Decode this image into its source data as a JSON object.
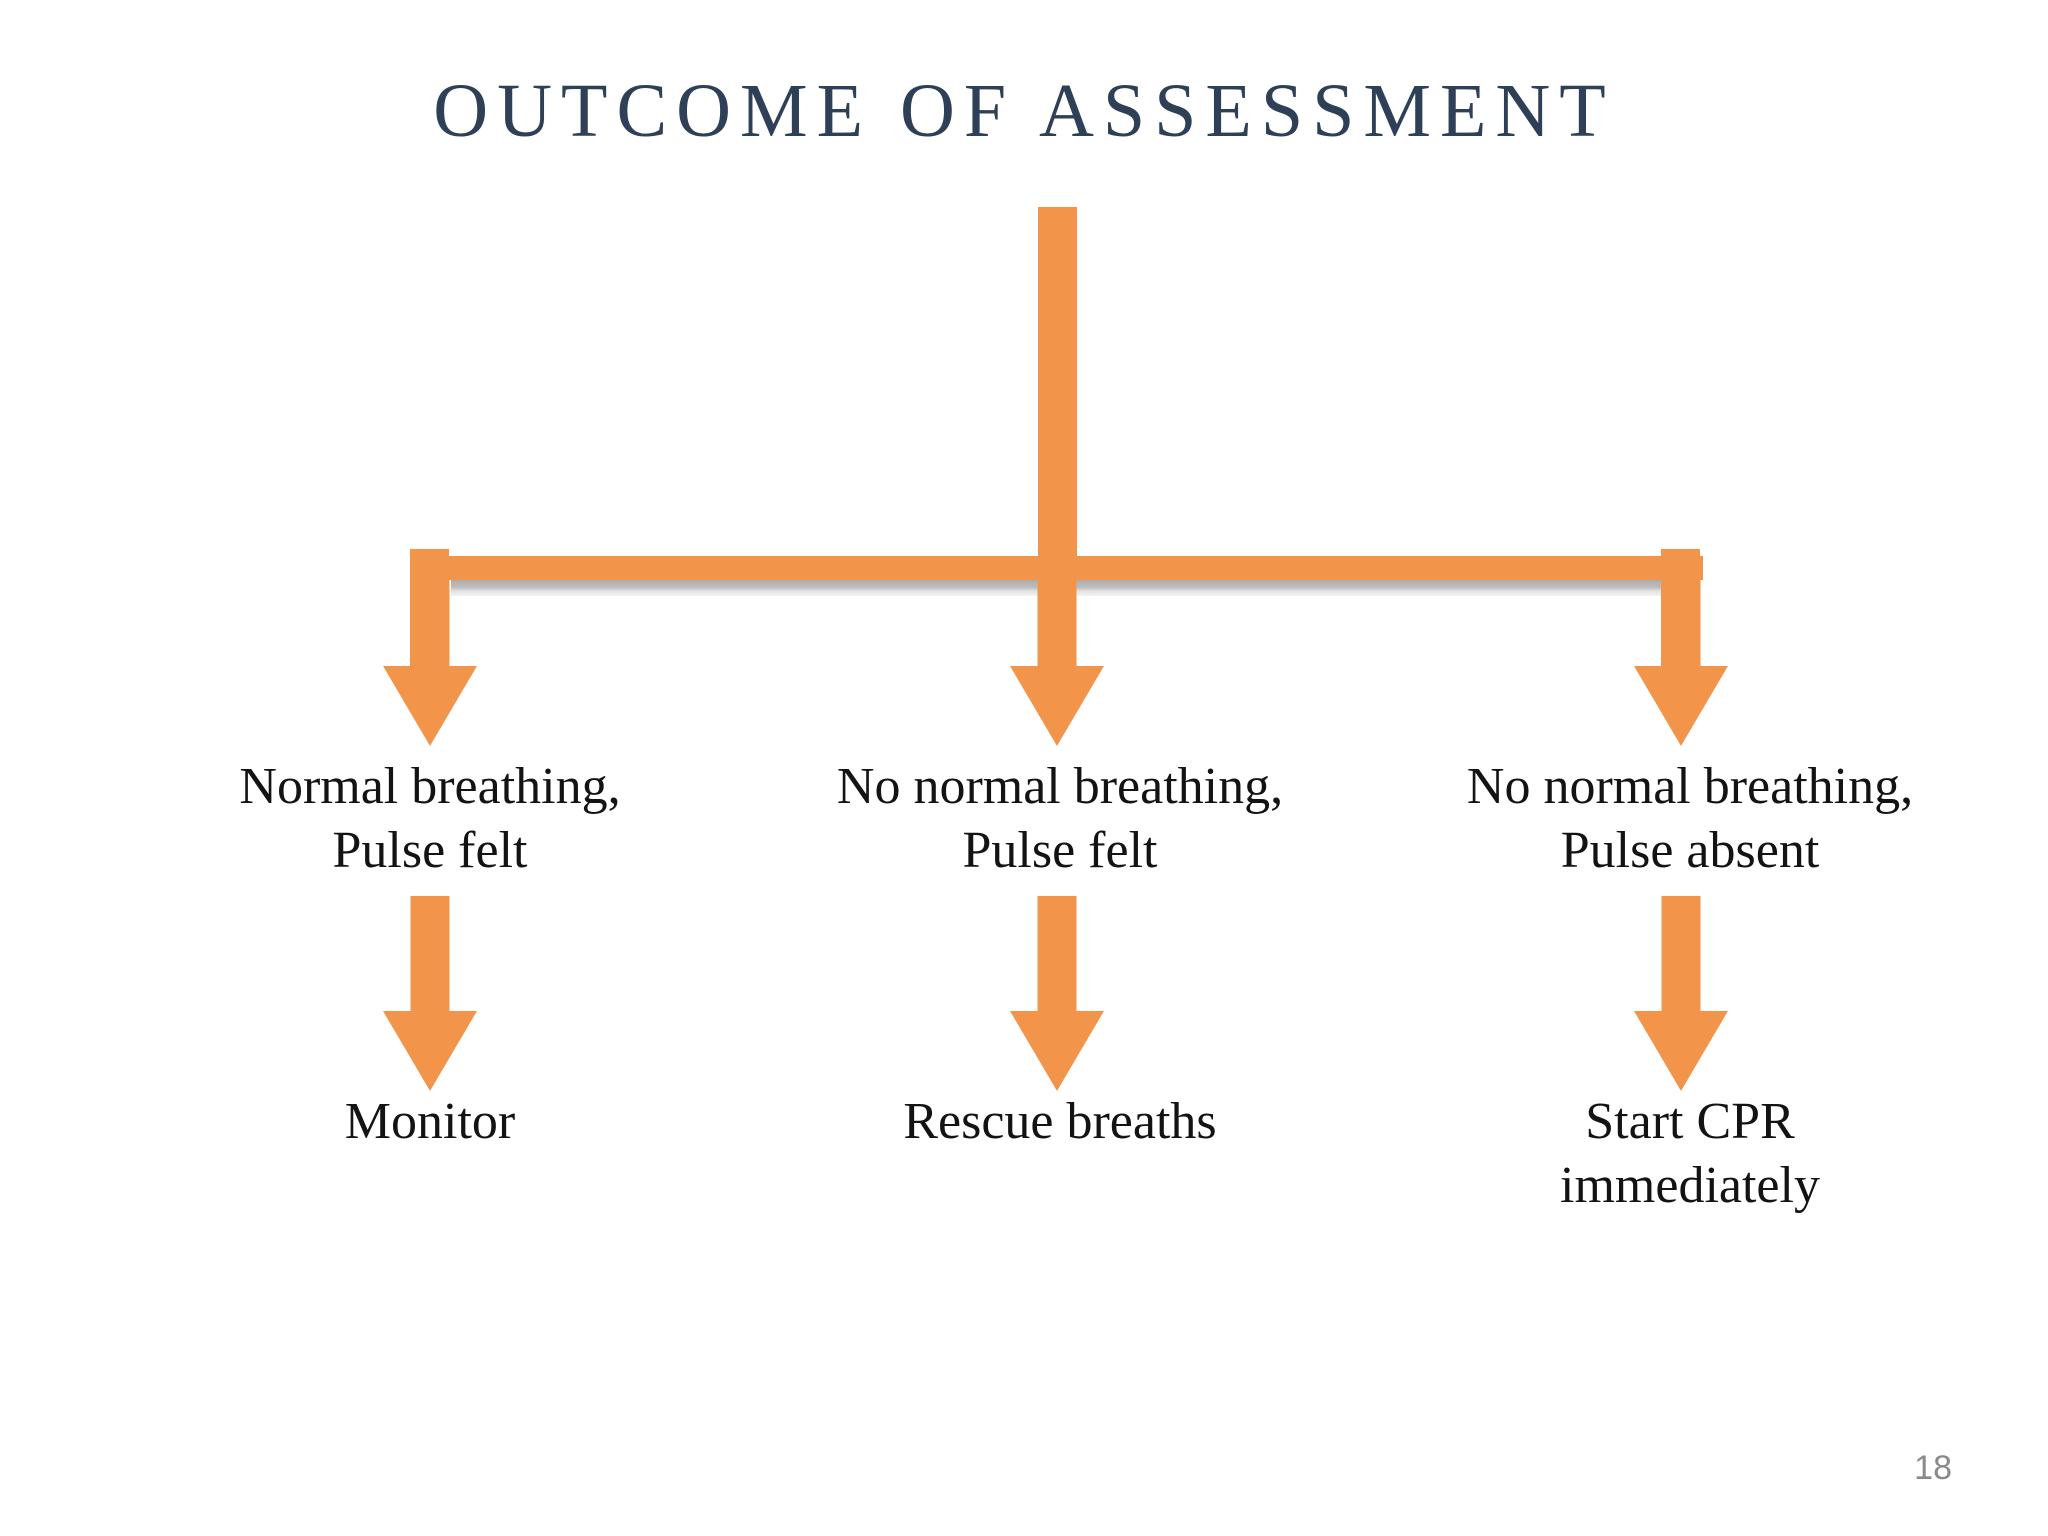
{
  "slide": {
    "title": "OUTCOME OF ASSESSMENT",
    "page_number": "18",
    "background_color": "#ffffff",
    "title_color": "#2e4057",
    "accent_color": "#f2954a",
    "body_text_color": "#131313",
    "page_number_color": "#8a8a8a",
    "shadow_color": "#adadad"
  },
  "flow": {
    "branches": [
      {
        "condition_line1": "Normal breathing,",
        "condition_line2": "Pulse felt",
        "action_line1": "Monitor",
        "action_line2": ""
      },
      {
        "condition_line1": "No normal breathing,",
        "condition_line2": "Pulse felt",
        "action_line1": "Rescue breaths",
        "action_line2": ""
      },
      {
        "condition_line1": "No normal breathing,",
        "condition_line2": "Pulse absent",
        "action_line1": "Start CPR",
        "action_line2": "immediately"
      }
    ]
  }
}
